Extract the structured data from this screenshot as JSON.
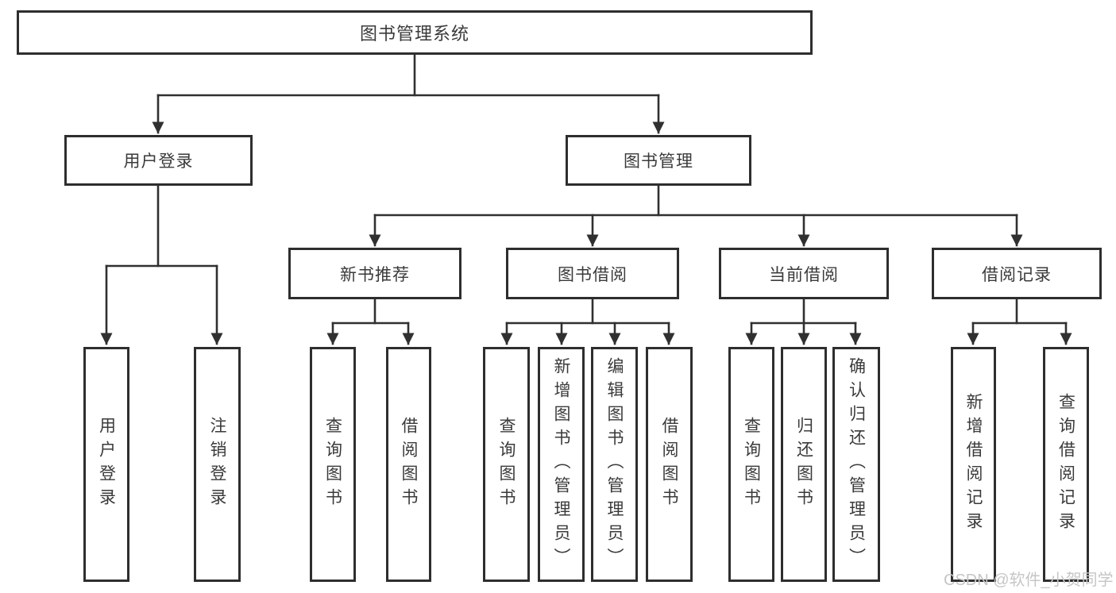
{
  "root": {
    "label": "图书管理系统"
  },
  "branches": {
    "user": {
      "label": "用户登录",
      "children": [
        {
          "label": "用户登录"
        },
        {
          "label": "注销登录"
        }
      ]
    },
    "book": {
      "label": "图书管理",
      "sections": [
        {
          "label": "新书推荐",
          "children": [
            {
              "label": "查询图书"
            },
            {
              "label": "借阅图书"
            }
          ]
        },
        {
          "label": "图书借阅",
          "children": [
            {
              "label": "查询图书"
            },
            {
              "label": "新增图书（管理员）"
            },
            {
              "label": "编辑图书（管理员）"
            },
            {
              "label": "借阅图书"
            }
          ]
        },
        {
          "label": "当前借阅",
          "children": [
            {
              "label": "查询图书"
            },
            {
              "label": "归还图书"
            },
            {
              "label": "确认归还（管理员）"
            }
          ]
        },
        {
          "label": "借阅记录",
          "children": [
            {
              "label": "新增借阅记录"
            },
            {
              "label": "查询借阅记录"
            }
          ]
        }
      ]
    }
  },
  "watermark": {
    "text": "CSDN @软件_小贺同学"
  },
  "colors": {
    "line": "#303030",
    "border": "#2e2e2e",
    "text": "#3a3a3a",
    "background": "#ffffff",
    "watermark": "#c6c6c6"
  }
}
